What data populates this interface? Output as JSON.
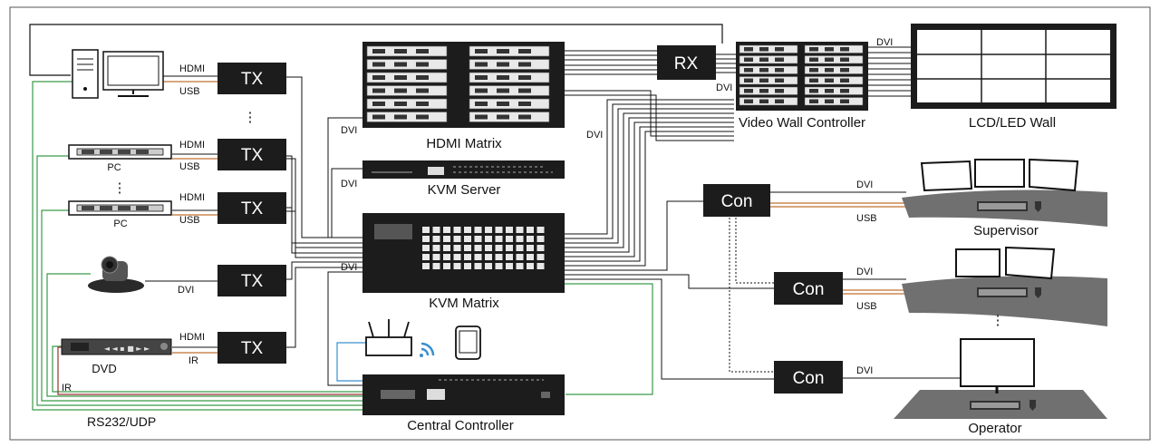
{
  "labels": {
    "hdmi": "HDMI",
    "usb": "USB",
    "dvi": "DVI",
    "ir": "IR",
    "tx": "TX",
    "rx": "RX",
    "con": "Con",
    "pc": "PC",
    "dvd": "DVD",
    "rs232": "RS232/UDP",
    "hdmi_matrix": "HDMI Matrix",
    "kvm_server": "KVM Server",
    "kvm_matrix": "KVM Matrix",
    "central_controller": "Central Controller",
    "video_wall_controller": "Video Wall Controller",
    "lcd_led_wall": "LCD/LED Wall",
    "supervisor": "Supervisor",
    "operator": "Operator",
    "ellipsis": "⋮"
  },
  "colors": {
    "device": "#1c1c1c",
    "green_line": "#3a9a4a",
    "red_line": "#9a3030",
    "blue_line": "#3a8fd0",
    "orange_line": "#c07030",
    "desk": "#707070"
  }
}
